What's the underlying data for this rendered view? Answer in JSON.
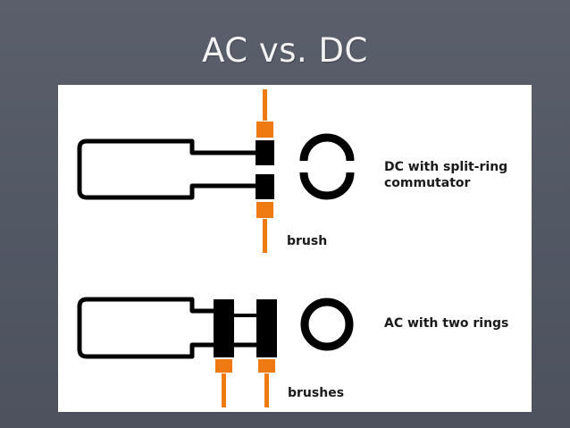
{
  "slide": {
    "title": "AC vs. DC"
  },
  "diagram": {
    "dc_label_line1": "DC with split-ring",
    "dc_label_line2": "commutator",
    "brush_label": "brush",
    "ac_label": "AC with two rings",
    "brushes_label": "brushes"
  },
  "colors": {
    "background": "#555a66",
    "brush": "#f07a12",
    "wire": "#000000",
    "panel": "#ffffff"
  }
}
